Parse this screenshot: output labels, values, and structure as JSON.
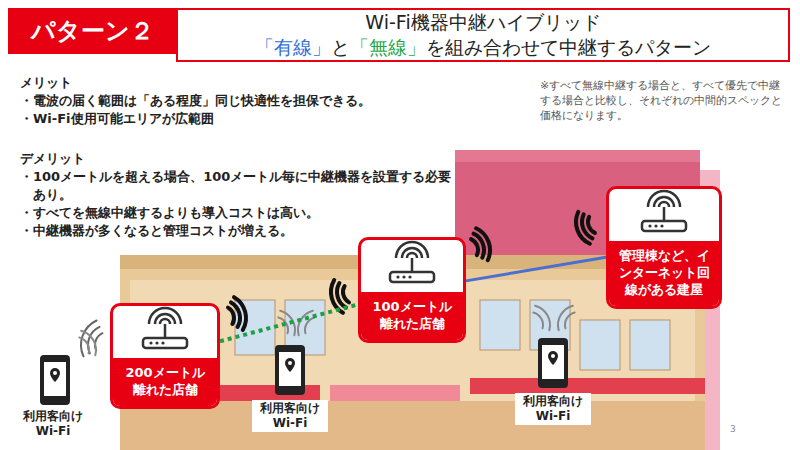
{
  "diagram": {
    "title": "Wi-Fi機器中継ハイブリッド",
    "nodes": [
      {
        "text": [
          "パターン２"
        ]
      },
      {
        "text": [
          "200メートル 離れた店舗"
        ]
      },
      {
        "text": [
          "100メートル 離れた店舗"
        ]
      },
      {
        "text": [
          "管理棟など、インターネット回線がある建屋"
        ]
      }
    ],
    "edges": [
      {
        "from": 1,
        "to": 2,
        "arrow": "none"
      },
      {
        "from": 2,
        "to": 3,
        "arrow": "none"
      }
    ],
    "labels": [
      "メリット",
      "・電波の届く範囲は「ある程度」同じ快適性を担保できる。",
      "・Wi-Fi使用可能エリアが広範囲",
      "デメリット",
      "・100メートルを超える場合、100メートル毎に中継機器を設置する必要あり。",
      "・すべてを無線中継するよりも導入コストは高い。",
      "・中継機器が多くなると管理コストが増える。",
      "※すべて無線中継する場合と、すべて優先で中継する場合と比較し、それぞれの中間的スペックと価格になります。",
      "利用客向け Wi-Fi",
      "利用客向け Wi-Fi",
      "利用客向け Wi-Fi",
      "3",
      "「有線」",
      "と",
      "「無線」",
      "を組み合わせて中継するパターン"
    ]
  }
}
